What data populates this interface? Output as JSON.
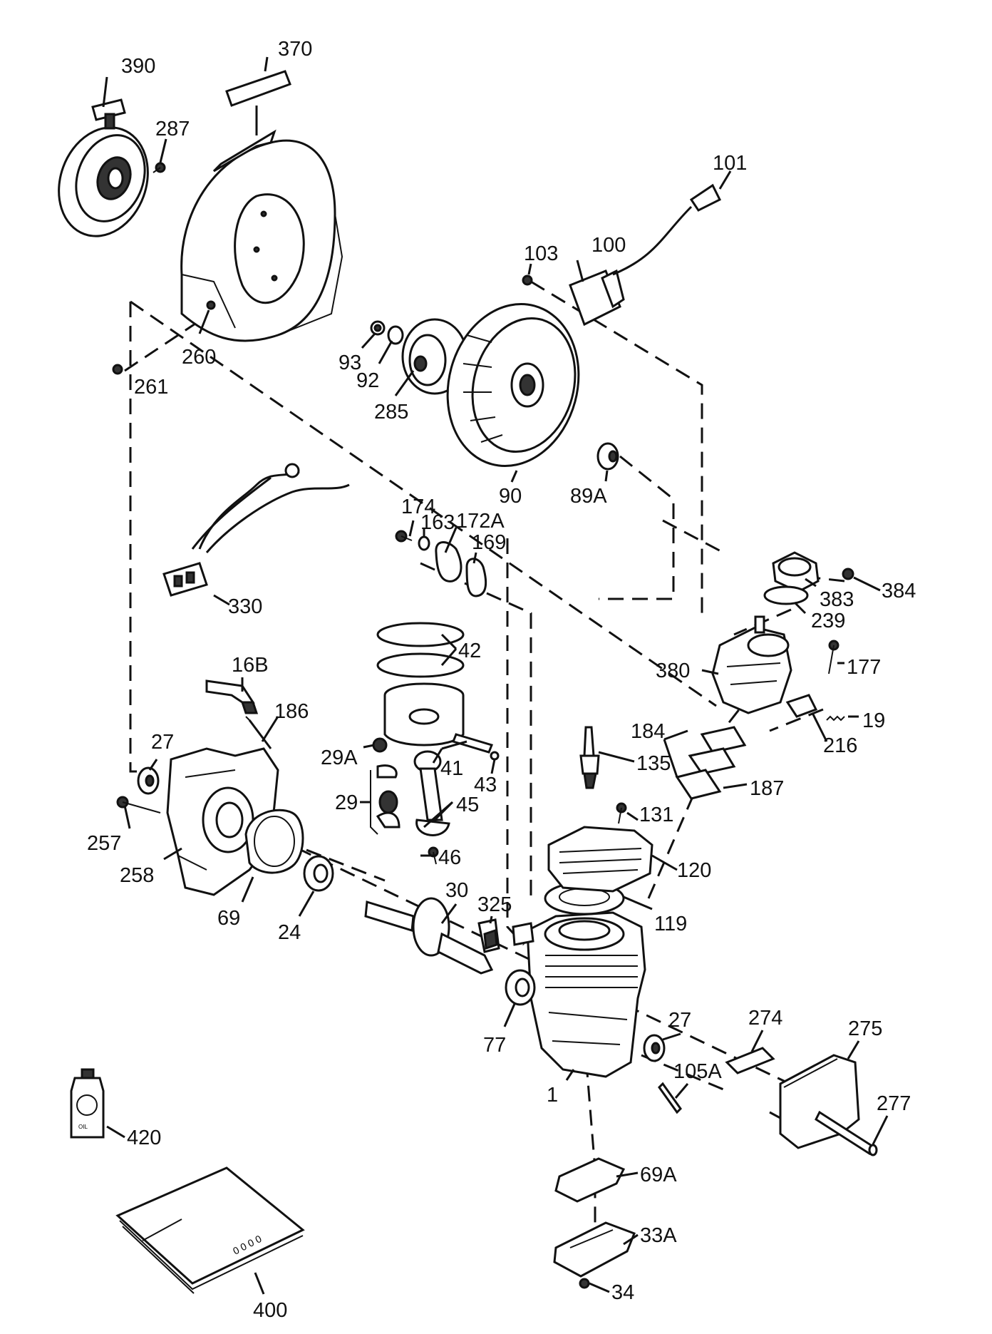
{
  "labels": {
    "l390": "390",
    "l370": "370",
    "l287": "287",
    "l101": "101",
    "l103": "103",
    "l100": "100",
    "l260": "260",
    "l93": "93",
    "l92": "92",
    "l285": "285",
    "l261": "261",
    "l90": "90",
    "l89A": "89A",
    "l174": "174",
    "l163": "163",
    "l172A": "172A",
    "l169": "169",
    "l330": "330",
    "l383": "383",
    "l384": "384",
    "l239": "239",
    "l42": "42",
    "l16B": "16B",
    "l186": "186",
    "l380": "380",
    "l177": "177",
    "l27a": "27",
    "l29A": "29A",
    "l41": "41",
    "l43": "43",
    "l19": "19",
    "l216": "216",
    "l184": "184",
    "l135": "135",
    "l187": "187",
    "l29": "29",
    "l45": "45",
    "l257": "257",
    "l131": "131",
    "l258": "258",
    "l46": "46",
    "l120": "120",
    "l69": "69",
    "l24": "24",
    "l30": "30",
    "l325": "325",
    "l119": "119",
    "l77": "77",
    "l27b": "27",
    "l274": "274",
    "l275": "275",
    "l1": "1",
    "l105A": "105A",
    "l277": "277",
    "l420": "420",
    "l69A": "69A",
    "l33A": "33A",
    "l400": "400",
    "l34": "34"
  },
  "texts": {
    "book_cover": "0 0 0 0",
    "oil_label": "OIL"
  }
}
